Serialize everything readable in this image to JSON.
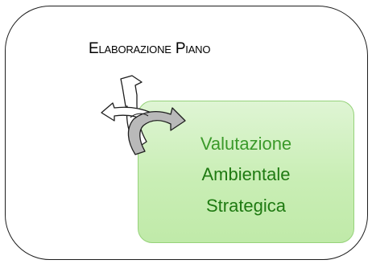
{
  "diagram": {
    "title": "Elaborazione Piano",
    "vas": {
      "line1": "Valutazione",
      "line2": "Ambientale",
      "line3": "Strategica"
    },
    "colors": {
      "outline": "#1e1e1e",
      "green_fill": "#c9eeb5",
      "green_border": "#96d27a",
      "green_text": "#2e8b1e",
      "arrow_fill": "#b9b9b9"
    },
    "icons": [
      "circular-arrows-icon"
    ]
  }
}
